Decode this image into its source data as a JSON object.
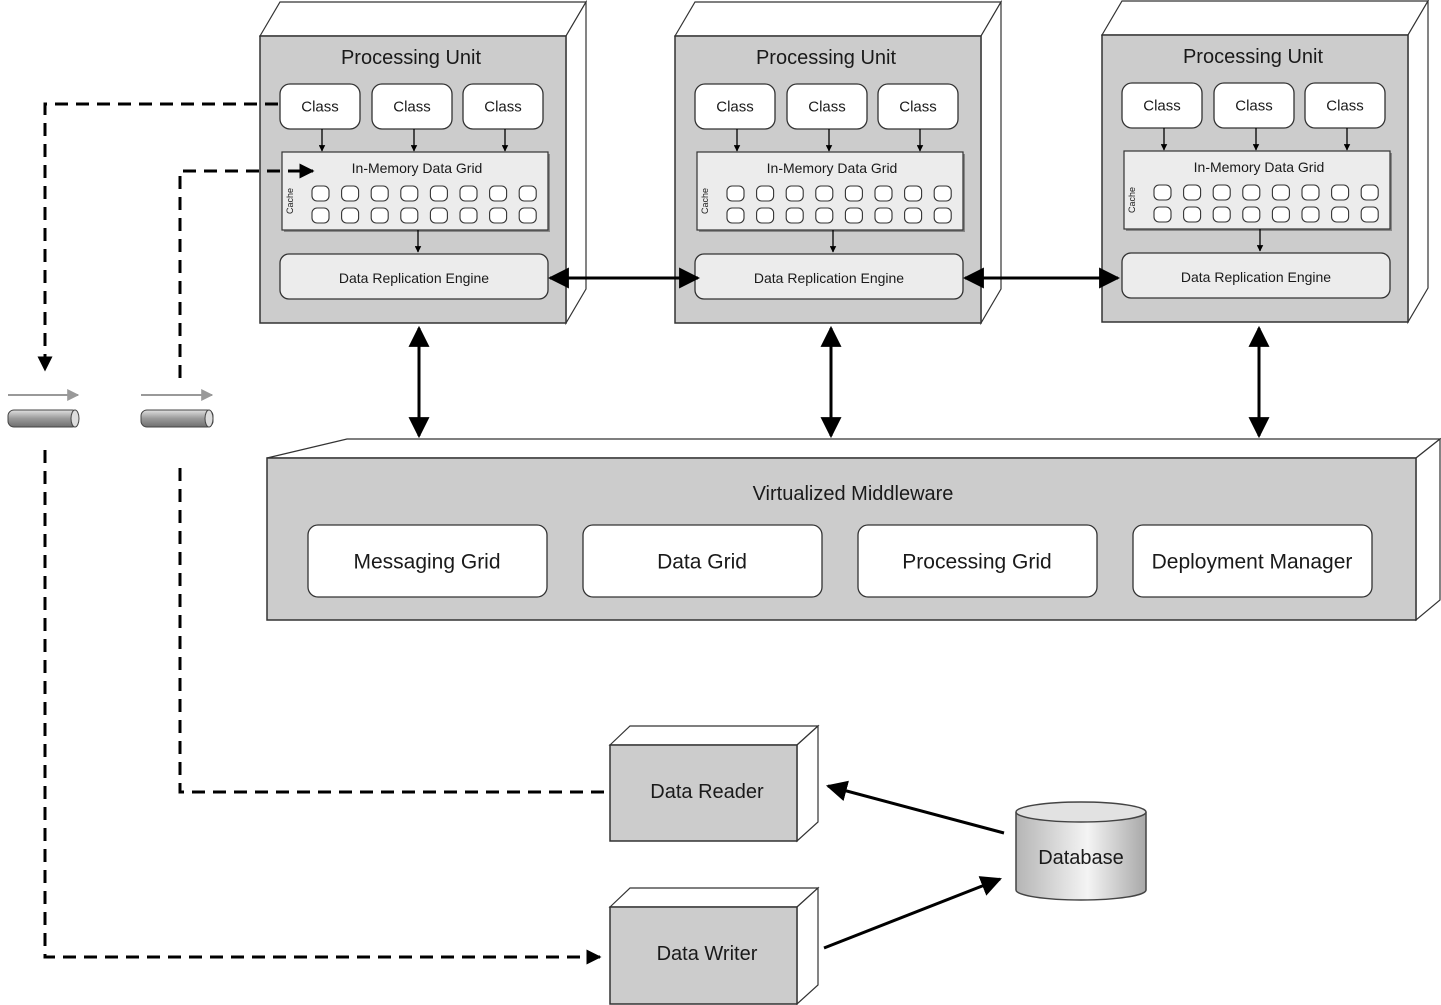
{
  "processing_units": [
    {
      "title": "Processing Unit",
      "classes": [
        "Class",
        "Class",
        "Class"
      ],
      "data_grid": {
        "title": "In-Memory Data Grid",
        "cache_label": "Cache",
        "cache_rows": 2,
        "cache_cols": 8
      },
      "replication_engine": "Data Replication Engine"
    },
    {
      "title": "Processing Unit",
      "classes": [
        "Class",
        "Class",
        "Class"
      ],
      "data_grid": {
        "title": "In-Memory Data Grid",
        "cache_label": "Cache",
        "cache_rows": 2,
        "cache_cols": 8
      },
      "replication_engine": "Data Replication Engine"
    },
    {
      "title": "Processing Unit",
      "classes": [
        "Class",
        "Class",
        "Class"
      ],
      "data_grid": {
        "title": "In-Memory Data Grid",
        "cache_label": "Cache",
        "cache_rows": 2,
        "cache_cols": 8
      },
      "replication_engine": "Data Replication Engine"
    }
  ],
  "middleware": {
    "title": "Virtualized Middleware",
    "components": [
      "Messaging Grid",
      "Data Grid",
      "Processing Grid",
      "Deployment Manager"
    ]
  },
  "data_reader": "Data Reader",
  "data_writer": "Data Writer",
  "database": "Database",
  "colors": {
    "box_fill": "#cccccc",
    "inner_fill": "#ececec",
    "white": "#ffffff",
    "stroke": "#333333",
    "arrow": "#000000",
    "queue_arrow": "#999999"
  }
}
